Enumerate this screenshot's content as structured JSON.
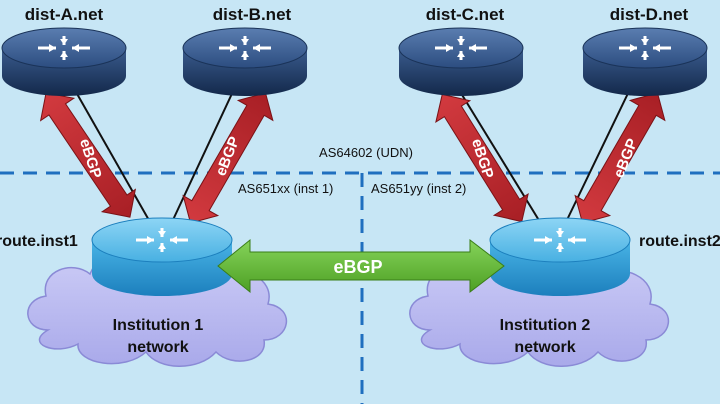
{
  "routers": {
    "dist_a": "dist-A.net",
    "dist_b": "dist-B.net",
    "dist_c": "dist-C.net",
    "dist_d": "dist-D.net",
    "inst1": "route.inst1",
    "inst2": "route.inst2"
  },
  "as_labels": {
    "udn": "AS64602 (UDN)",
    "inst1": "AS651xx (inst 1)",
    "inst2": "AS651yy (inst 2)"
  },
  "links": {
    "a_to_inst1": "eBGP",
    "b_to_inst1": "eBGP",
    "c_to_inst2": "eBGP",
    "d_to_inst2": "eBGP",
    "inst1_to_inst2": "eBGP"
  },
  "networks": {
    "inst1": [
      "Institution 1",
      "network"
    ],
    "inst2": [
      "Institution 2",
      "network"
    ]
  },
  "colors": {
    "background": "#c7e6f5",
    "dashed_line": "#1f6fbf",
    "dist_router": "#1e3a66",
    "inst_router": "#2e9fd8",
    "red_arrow": "#c0282e",
    "green_arrow": "#5dbb2f",
    "cloud": "#b8b8f0"
  },
  "icons": {
    "router": "router-icon",
    "cloud": "cloud-icon"
  }
}
